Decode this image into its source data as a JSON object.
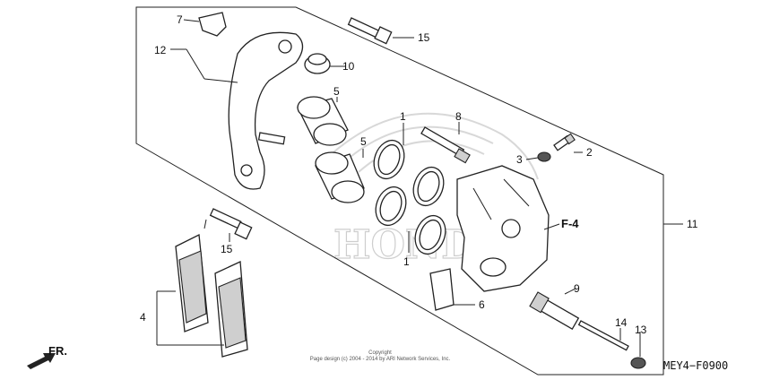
{
  "diagram": {
    "code": "MEY4−F0900",
    "copyright_line1": "Copyright",
    "copyright_line2": "Page design (c) 2004 - 2014 by ARI Network Services, Inc.",
    "front_marker": "FR.",
    "section_ref": "F-4",
    "watermark": "HONDA",
    "callouts": [
      {
        "id": "1a",
        "label": "1"
      },
      {
        "id": "1b",
        "label": "1"
      },
      {
        "id": "2",
        "label": "2"
      },
      {
        "id": "3",
        "label": "3"
      },
      {
        "id": "4",
        "label": "4"
      },
      {
        "id": "5a",
        "label": "5"
      },
      {
        "id": "5b",
        "label": "5"
      },
      {
        "id": "6",
        "label": "6"
      },
      {
        "id": "7",
        "label": "7"
      },
      {
        "id": "8",
        "label": "8"
      },
      {
        "id": "9",
        "label": "9"
      },
      {
        "id": "10",
        "label": "10"
      },
      {
        "id": "11",
        "label": "11"
      },
      {
        "id": "12",
        "label": "12"
      },
      {
        "id": "13",
        "label": "13"
      },
      {
        "id": "14",
        "label": "14"
      },
      {
        "id": "15a",
        "label": "15"
      },
      {
        "id": "15b",
        "label": "15"
      }
    ]
  }
}
